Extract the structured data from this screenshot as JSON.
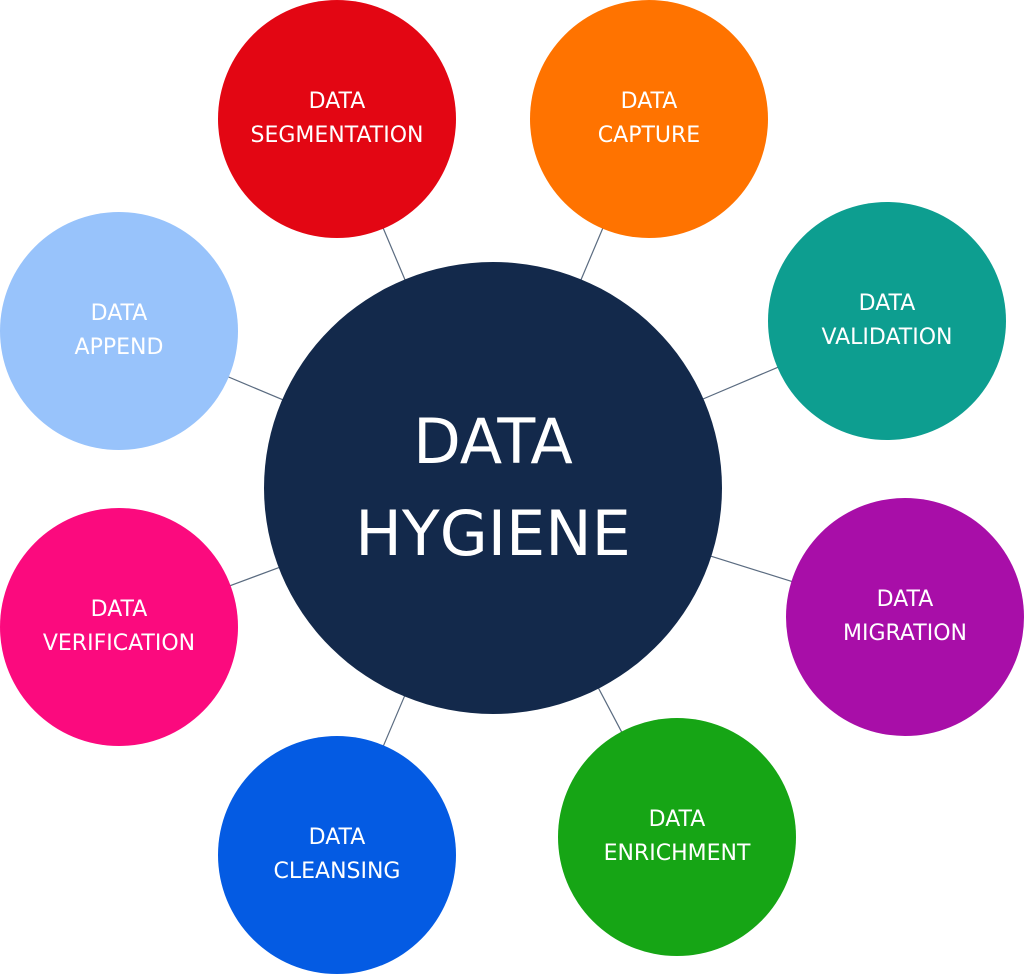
{
  "center": {
    "line1": "DATA",
    "line2": "HYGIENE",
    "color": "#13294b"
  },
  "nodes": [
    {
      "id": "segmentation",
      "line1": "DATA",
      "line2": "SEGMENTATION",
      "color": "#e30613"
    },
    {
      "id": "capture",
      "line1": "DATA",
      "line2": "CAPTURE",
      "color": "#ff7300"
    },
    {
      "id": "validation",
      "line1": "DATA",
      "line2": "VALIDATION",
      "color": "#0d9e90"
    },
    {
      "id": "migration",
      "line1": "DATA",
      "line2": "MIGRATION",
      "color": "#a80ea8"
    },
    {
      "id": "enrichment",
      "line1": "DATA",
      "line2": "ENRICHMENT",
      "color": "#16a515"
    },
    {
      "id": "cleansing",
      "line1": "DATA",
      "line2": "CLEANSING",
      "color": "#045be3"
    },
    {
      "id": "verification",
      "line1": "DATA",
      "line2": "VERIFICATION",
      "color": "#fb0a7e"
    },
    {
      "id": "append",
      "line1": "DATA",
      "line2": "APPEND",
      "color": "#98c3fb"
    }
  ],
  "connector_color": "#5a6b80"
}
